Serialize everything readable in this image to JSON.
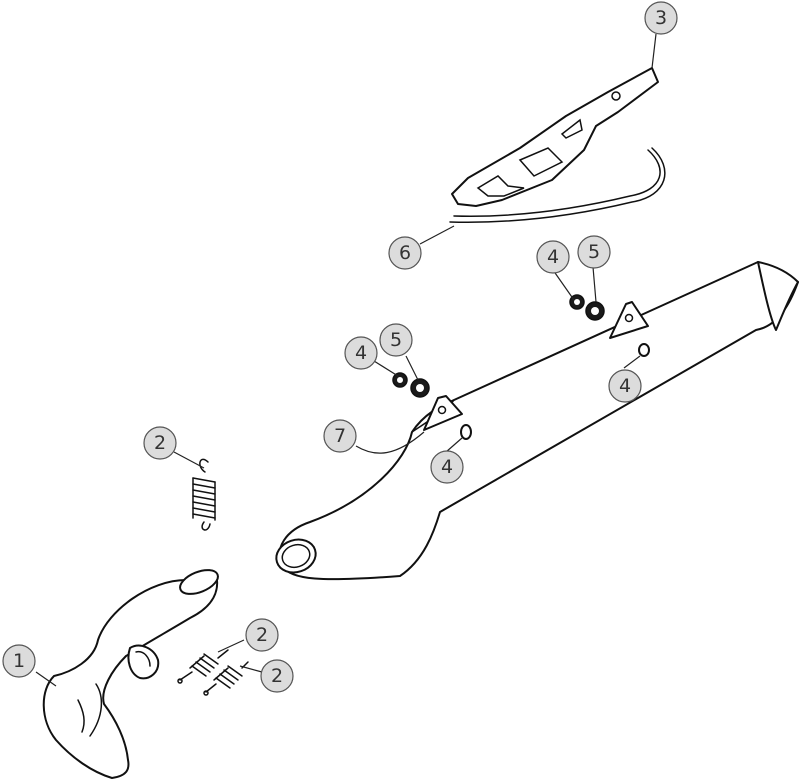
{
  "colors": {
    "line": "#111111",
    "callout_fill": "#dcdcdc",
    "callout_stroke": "#555555",
    "callout_text": "#333333",
    "background": "#ffffff"
  },
  "callouts": [
    {
      "id": "c1",
      "label": "1"
    },
    {
      "id": "c2a",
      "label": "2"
    },
    {
      "id": "c2b",
      "label": "2"
    },
    {
      "id": "c2c",
      "label": "2"
    },
    {
      "id": "c3",
      "label": "3"
    },
    {
      "id": "c4a",
      "label": "4"
    },
    {
      "id": "c4b",
      "label": "4"
    },
    {
      "id": "c4c",
      "label": "4"
    },
    {
      "id": "c4d",
      "label": "4"
    },
    {
      "id": "c5a",
      "label": "5"
    },
    {
      "id": "c5b",
      "label": "5"
    },
    {
      "id": "c6",
      "label": "6"
    },
    {
      "id": "c7",
      "label": "7"
    }
  ]
}
